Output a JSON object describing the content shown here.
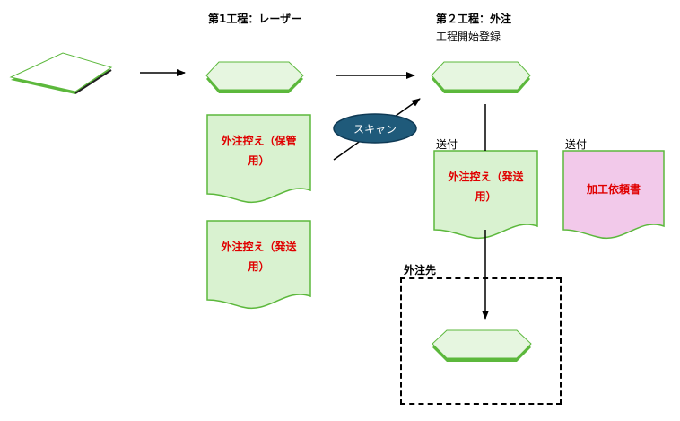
{
  "labels": {
    "step1": "第1工程：レーザー",
    "step2": "第２工程：外注",
    "step2_sub": "工程開始登録",
    "scan": "スキャン",
    "send1": "送付",
    "send2": "送付",
    "vendor": "外注先"
  },
  "docs": {
    "doc1_line1": "外注控え（保管",
    "doc1_line2": "用）",
    "doc2_line1": "外注控え（発送",
    "doc2_line2": "用）",
    "doc3_line1": "外注控え（発送",
    "doc3_line2": "用）",
    "doc4": "加工依頼書"
  },
  "colors": {
    "green_fill": "#d9f2d0",
    "green_stroke": "#5cb83c",
    "pink_fill": "#f2c9ea",
    "scan_fill": "#1f5a7a",
    "text_red": "#e00000"
  }
}
